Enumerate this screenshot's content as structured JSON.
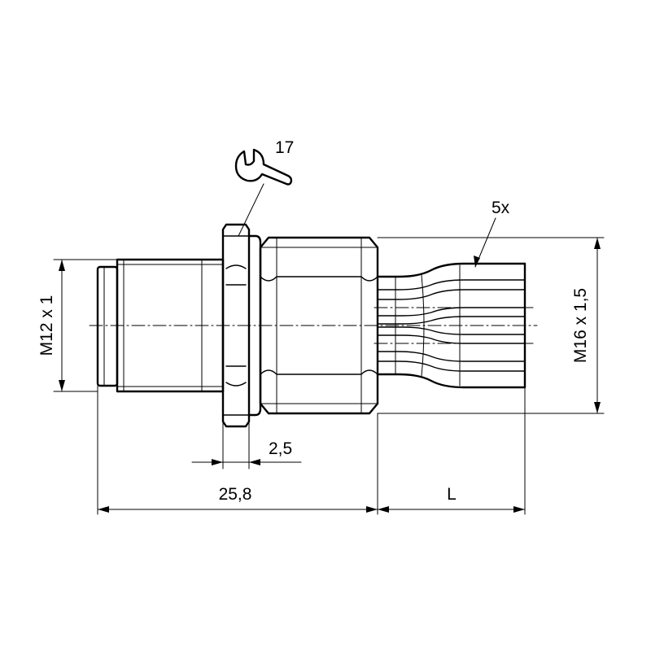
{
  "dimensions": {
    "wrench_size": "17",
    "wire_count": "5x",
    "thread_left": "M12 x 1",
    "thread_right": "M16 x 1,5",
    "flange_thickness": "2,5",
    "body_length": "25,8",
    "cable_length": "L"
  }
}
